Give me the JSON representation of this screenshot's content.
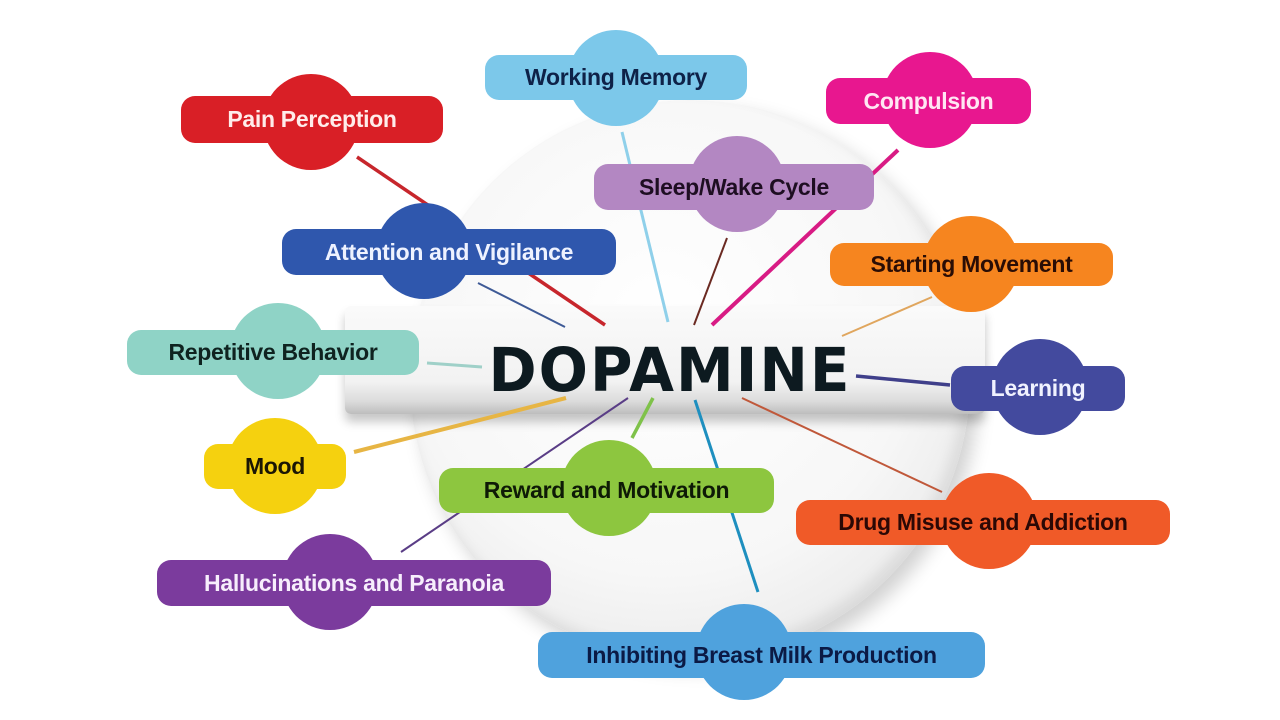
{
  "diagram": {
    "center": {
      "label": "DOPAMINE",
      "color": "#0d1a20"
    },
    "nodes": [
      {
        "id": "working-memory",
        "label": "Working Memory",
        "bg": "#7cc8ea",
        "text": "#0e2248"
      },
      {
        "id": "compulsion",
        "label": "Compulsion",
        "bg": "#e8178f",
        "text": "#ffe6f3"
      },
      {
        "id": "pain-perception",
        "label": "Pain Perception",
        "bg": "#d91f26",
        "text": "#ffecea"
      },
      {
        "id": "sleep-wake-cycle",
        "label": "Sleep/Wake Cycle",
        "bg": "#b387c2",
        "text": "#1e0e22"
      },
      {
        "id": "attention-and-vigilance",
        "label": "Attention and Vigilance",
        "bg": "#2f57ad",
        "text": "#eef2ff"
      },
      {
        "id": "starting-movement",
        "label": "Starting Movement",
        "bg": "#f6851f",
        "text": "#2a0d05"
      },
      {
        "id": "repetitive-behavior",
        "label": "Repetitive Behavior",
        "bg": "#8fd3c6",
        "text": "#0f2320"
      },
      {
        "id": "learning",
        "label": "Learning",
        "bg": "#434a9e",
        "text": "#f0f2ff"
      },
      {
        "id": "mood",
        "label": "Mood",
        "bg": "#f5d10f",
        "text": "#1b1604"
      },
      {
        "id": "reward-and-motivation",
        "label": "Reward and Motivation",
        "bg": "#8dc63f",
        "text": "#0e1a06"
      },
      {
        "id": "drug-misuse-and-addiction",
        "label": "Drug Misuse and Addiction",
        "bg": "#f05a28",
        "text": "#2b0805"
      },
      {
        "id": "hallucinations-and-paranoia",
        "label": "Hallucinations and Paranoia",
        "bg": "#7b3b9d",
        "text": "#f7eefc"
      },
      {
        "id": "inhibiting-breast-milk-production",
        "label": "Inhibiting Breast Milk Production",
        "bg": "#4fa2dd",
        "text": "#0b1a45"
      }
    ],
    "links": [
      {
        "to": "working-memory",
        "color": "#8fd0ea"
      },
      {
        "to": "compulsion",
        "color": "#d81b84"
      },
      {
        "to": "pain-perception",
        "color": "#c7262c"
      },
      {
        "to": "sleep-wake-cycle",
        "color": "#6b2a22"
      },
      {
        "to": "attention-and-vigilance",
        "color": "#3e5a96"
      },
      {
        "to": "starting-movement",
        "color": "#e0a65e"
      },
      {
        "to": "repetitive-behavior",
        "color": "#9fd0c8"
      },
      {
        "to": "learning",
        "color": "#3f3f8a"
      },
      {
        "to": "mood",
        "color": "#e7b544"
      },
      {
        "to": "reward-and-motivation",
        "color": "#7fc24a"
      },
      {
        "to": "drug-misuse-and-addiction",
        "color": "#c0583a"
      },
      {
        "to": "hallucinations-and-paranoia",
        "color": "#5a3d86"
      },
      {
        "to": "inhibiting-breast-milk-production",
        "color": "#1e8fbf"
      }
    ]
  }
}
